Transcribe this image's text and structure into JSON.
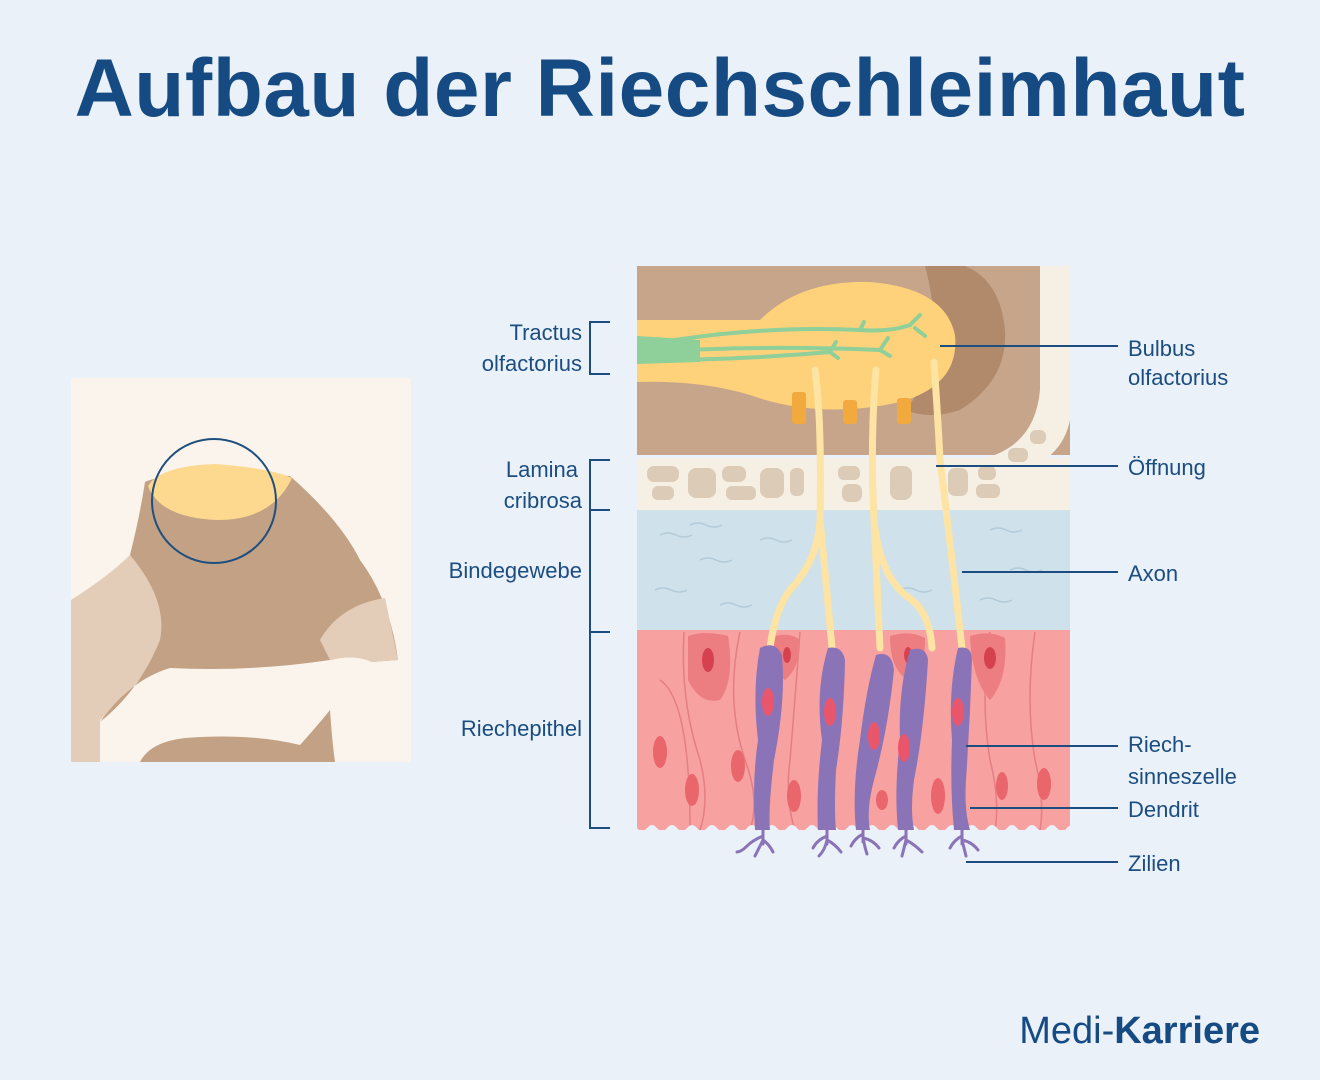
{
  "title": "Aufbau der Riechschleimhaut",
  "labels_left": {
    "tractus_1": "Tractus",
    "tractus_2": "olfactorius",
    "lamina_1": "Lamina",
    "lamina_2": "cribrosa",
    "bindegewebe": "Bindegewebe",
    "riechepithel": "Riechepithel"
  },
  "labels_right": {
    "bulbus_1": "Bulbus",
    "bulbus_2": "olfactorius",
    "oeffnung": "Öffnung",
    "axon": "Axon",
    "riech_1": "Riech-",
    "riech_2": "sinneszelle",
    "dendrit": "Dendrit",
    "zilien": "Zilien"
  },
  "brand": {
    "part1": "Medi-",
    "part2": "Karriere"
  },
  "colors": {
    "title": "#154b82",
    "background": "#eaf1f9",
    "brain": "#c4a184",
    "bulb": "#fdd27a",
    "bone": "#f6efe4",
    "connective": "#cfe1ea",
    "epithelium": "#f7a1a1",
    "sensory_cell": "#8a73b6"
  }
}
